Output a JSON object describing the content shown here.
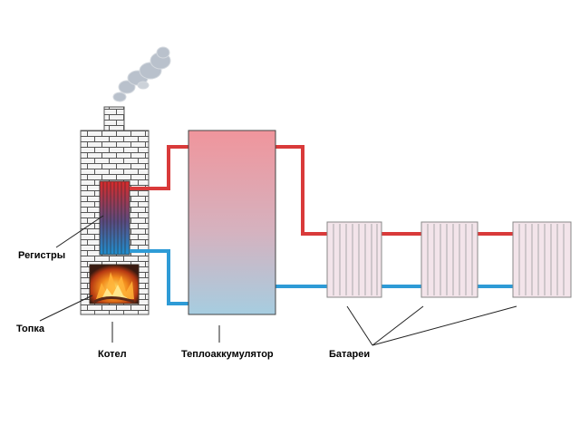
{
  "labels": {
    "registers": "Регистры",
    "firebox": "Топка",
    "boiler": "Котел",
    "accumulator": "Теплоаккумулятор",
    "batteries": "Батареи"
  },
  "colors": {
    "hot_pipe": "#d93a3a",
    "cold_pipe": "#2e9bd6",
    "brick_fill": "#f2f2f2",
    "brick_mortar": "#5a5a5a",
    "radiator_fill": "#f3e4ea",
    "tank_top": "#f0959c",
    "tank_bottom": "#a6cde0",
    "smoke": "#b9c1cc",
    "fire": "#f08a1e"
  },
  "diagram": {
    "radiator_count": 3,
    "radiator_sections": 8
  }
}
